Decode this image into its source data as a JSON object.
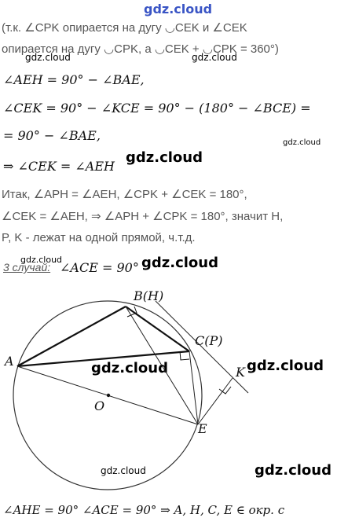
{
  "watermark_text": "gdz.cloud",
  "lines": {
    "l1": "(т.к. ∠CPK опирается на дугу ◡CEK и ∠CEK",
    "l2": "опирается на дугу ◡CPK, а ◡CEK + ◡CPK = 360°)",
    "l3": "∠AEH = 90° − ∠BAE,",
    "l4": "∠CEK = 90° − ∠KCE = 90° − (180° − ∠BCE) =",
    "l5": "= 90° − ∠BAE,",
    "l6": "⇒ ∠CEK = ∠AEH",
    "l7": "Итак, ∠APH = ∠AEH, ∠CPK + ∠CEK = 180°,",
    "l8": "∠CEK = ∠AEH, ⇒ ∠APH + ∠CPK = 180°, значит H,",
    "l9": "P, K - лежат на одной прямой, ч.т.д.",
    "case_label": "3 случай:",
    "case_text": "∠ACE = 90°",
    "bottom": "∠AHE = 90°  ∠ACE = 90° ⇒ A, H, C, E ∈ окр. с"
  },
  "diagram": {
    "labels": {
      "A": "A",
      "B": "B(H)",
      "C": "C(P)",
      "K": "K",
      "O": "O",
      "E": "E"
    }
  }
}
